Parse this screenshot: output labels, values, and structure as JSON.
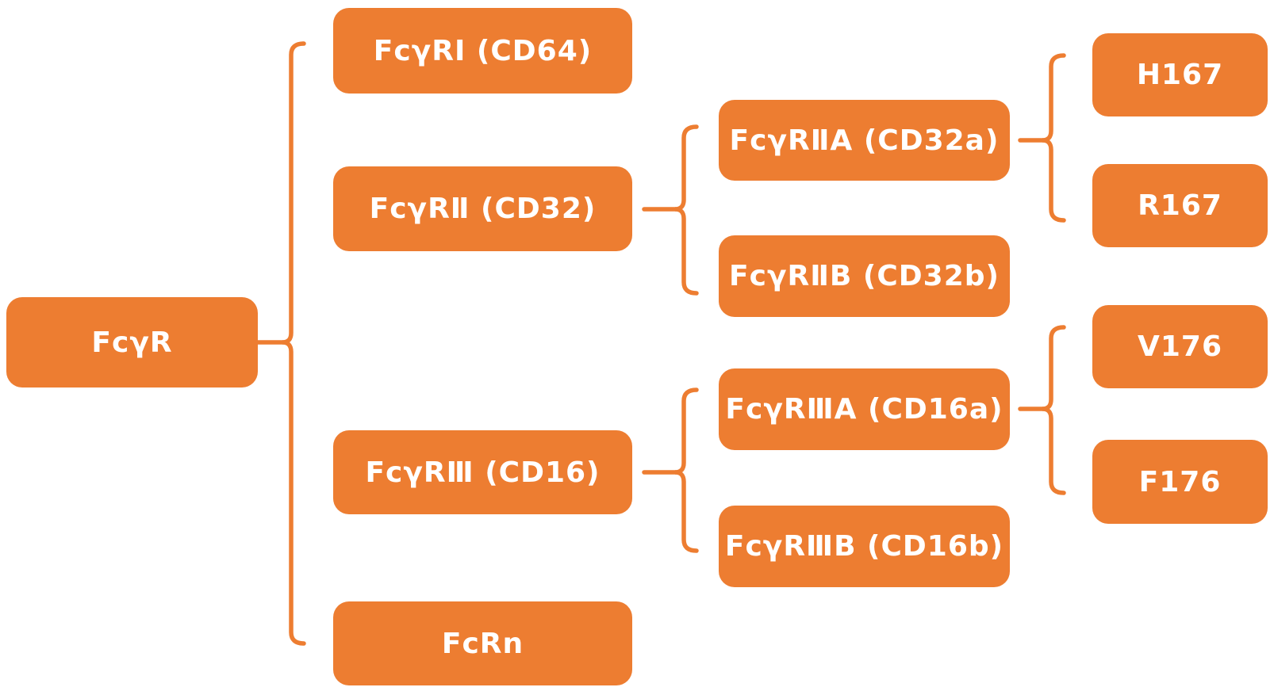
{
  "colors": {
    "node_fill": "#ED7D31",
    "node_text": "#FFFFFF",
    "connector": "#ED7D31",
    "background": "#FFFFFF"
  },
  "tree": {
    "root": {
      "label": "FcγR"
    },
    "children": [
      {
        "label": "FcγRⅠ (CD64)"
      },
      {
        "label": "FcγRⅡ (CD32)",
        "children": [
          {
            "label": "FcγRⅡA (CD32a)",
            "children": [
              {
                "label": "H167"
              },
              {
                "label": "R167"
              }
            ]
          },
          {
            "label": "FcγRⅡB (CD32b)"
          }
        ]
      },
      {
        "label": "FcγRⅢ (CD16)",
        "children": [
          {
            "label": "FcγRⅢA (CD16a)",
            "children": [
              {
                "label": "V176"
              },
              {
                "label": "F176"
              }
            ]
          },
          {
            "label": "FcγRⅢB (CD16b)"
          }
        ]
      },
      {
        "label": "FcRn"
      }
    ]
  }
}
